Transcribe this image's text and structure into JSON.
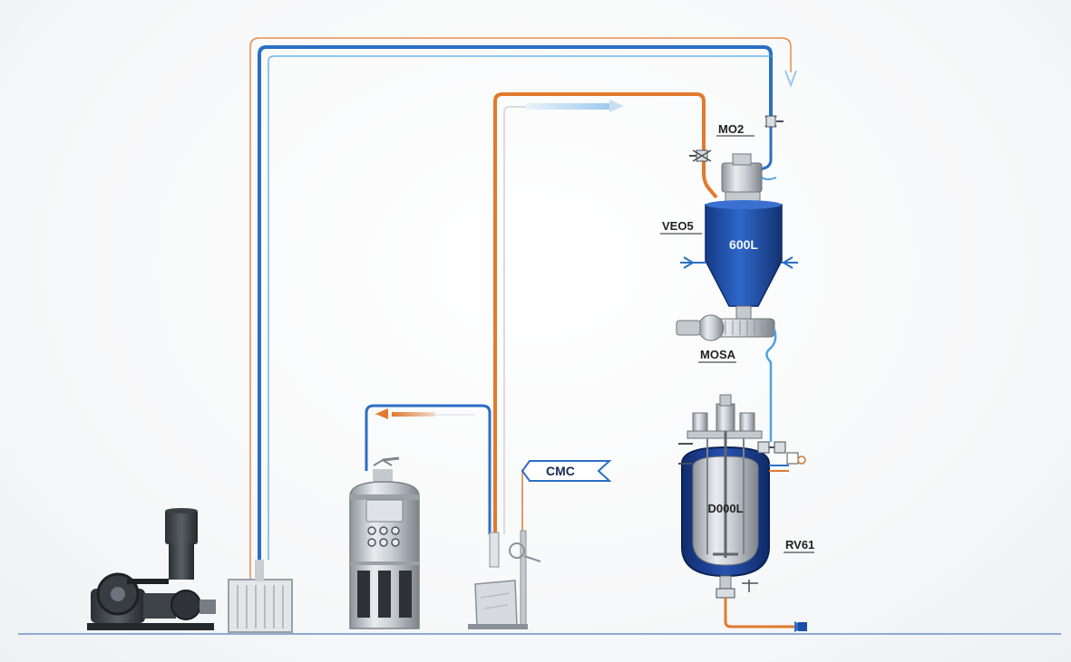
{
  "labels": {
    "top_valve": "MO2",
    "hopper_tag": "VEO5",
    "hopper_volume": "600L",
    "feeder_tag": "MOSA",
    "reactor_volume": "D000L",
    "reactor_tag": "RV61",
    "flag": "CMC"
  },
  "colors": {
    "blue_line": "#2a6fc4",
    "light_blue_line": "#4fa3e0",
    "orange_line": "#e07a2e",
    "hopper_blue": "#1e4fa8",
    "reactor_blue": "#1b3f8f",
    "steel": "#b9bec4"
  }
}
